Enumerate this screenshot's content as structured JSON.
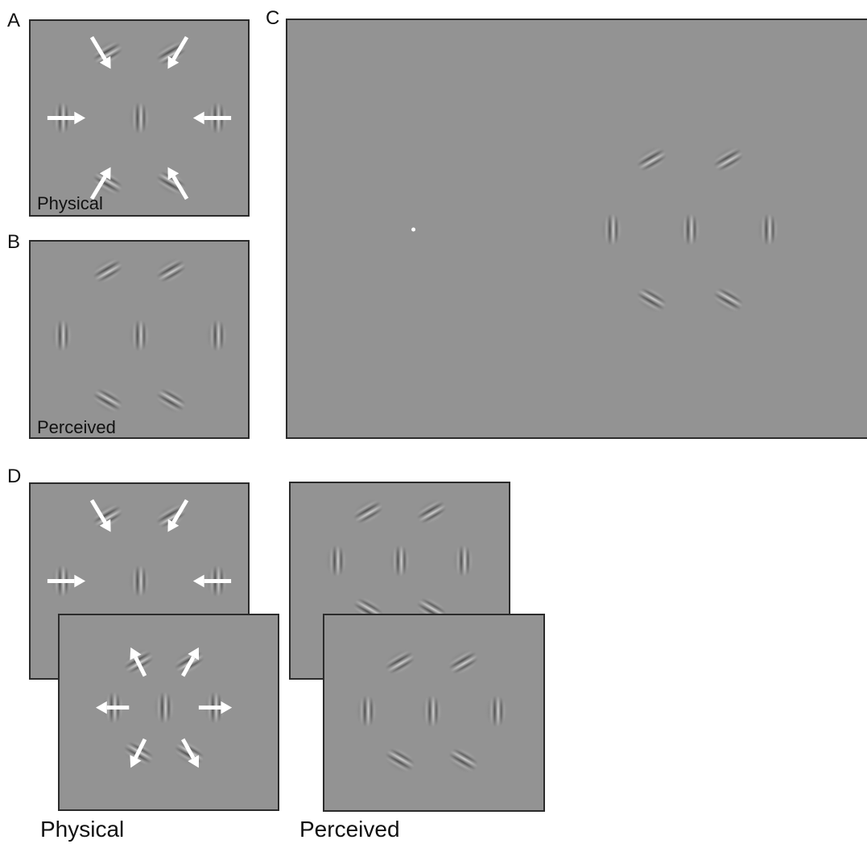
{
  "panel_letters": {
    "a": "A",
    "b": "B",
    "c": "C",
    "d": "D"
  },
  "labels": {
    "physical": "Physical",
    "perceived": "Perceived",
    "d_physical": "Physical",
    "d_perceived": "Perceived"
  },
  "colors": {
    "background": "#939393",
    "border": "#2b2b2b",
    "arrow": "#ffffff",
    "fixation": "#ffffff"
  },
  "stimuli": {
    "gabor": "vertical-center-surrounded-by-six-gabors",
    "arrows_inward": "arrows-toward-center",
    "arrows_outward": "arrows-away-from-center",
    "fixation_dot": "white-fixation-point"
  }
}
